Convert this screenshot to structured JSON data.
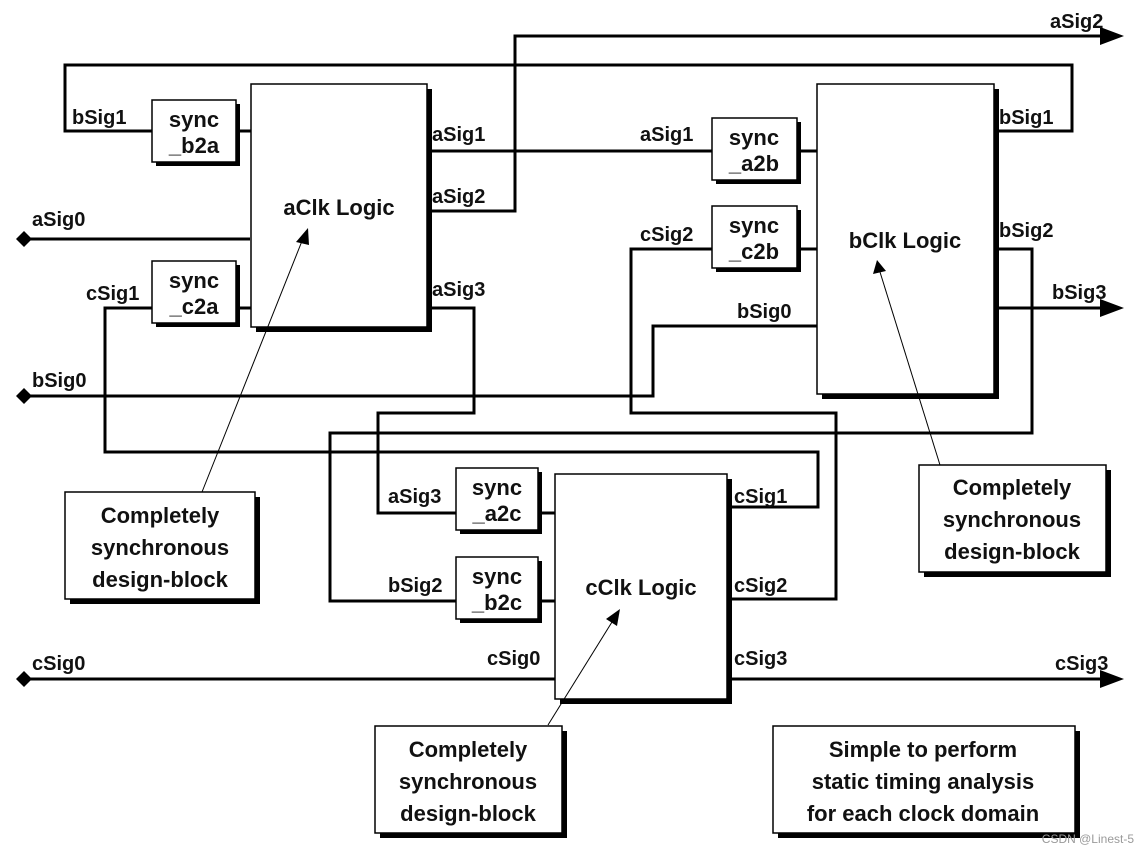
{
  "blocks": {
    "aclk": "aClk Logic",
    "bclk": "bClk Logic",
    "cclk": "cClk Logic"
  },
  "syncs": {
    "b2a": [
      "sync",
      "_b2a"
    ],
    "c2a": [
      "sync",
      "_c2a"
    ],
    "a2b": [
      "sync",
      "_a2b"
    ],
    "c2b": [
      "sync",
      "_c2b"
    ],
    "a2c": [
      "sync",
      "_a2c"
    ],
    "b2c": [
      "sync",
      "_b2c"
    ]
  },
  "signals": {
    "asig0": "aSig0",
    "asig1": "aSig1",
    "asig2": "aSig2",
    "asig3": "aSig3",
    "bsig0": "bSig0",
    "bsig1": "bSig1",
    "bsig2": "bSig2",
    "bsig3": "bSig3",
    "csig0": "cSig0",
    "csig1": "cSig1",
    "csig2": "cSig2",
    "csig3": "cSig3"
  },
  "notes": {
    "sync_block": [
      "Completely",
      "synchronous",
      "design-block"
    ],
    "sta": [
      "Simple to perform",
      "static timing analysis",
      "for each clock domain"
    ]
  },
  "watermark": "CSDN @Linest-5"
}
